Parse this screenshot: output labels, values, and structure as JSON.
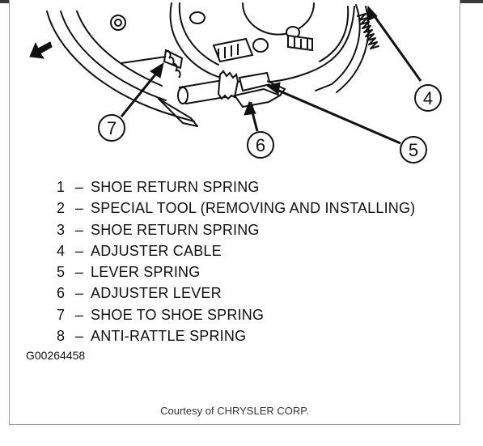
{
  "callouts": [
    "7",
    "6",
    "5",
    "4"
  ],
  "legend": [
    {
      "number": "1",
      "separator": "–",
      "label": "SHOE RETURN SPRING"
    },
    {
      "number": "2",
      "separator": "–",
      "label": "SPECIAL TOOL (REMOVING AND INSTALLING)"
    },
    {
      "number": "3",
      "separator": "–",
      "label": "SHOE RETURN SPRING"
    },
    {
      "number": "4",
      "separator": "–",
      "label": "ADJUSTER CABLE"
    },
    {
      "number": "5",
      "separator": "–",
      "label": "LEVER SPRING"
    },
    {
      "number": "6",
      "separator": "–",
      "label": "ADJUSTER LEVER"
    },
    {
      "number": "7",
      "separator": "–",
      "label": "SHOE TO SHOE SPRING"
    },
    {
      "number": "8",
      "separator": "–",
      "label": "ANTI-RATTLE SPRING"
    }
  ],
  "figure_id": "G00264458",
  "courtesy": "Courtesy of CHRYSLER CORP.",
  "colors": {
    "line": "#111111",
    "frame": "#9a9a9a",
    "topbar": "#3a3a3a"
  }
}
